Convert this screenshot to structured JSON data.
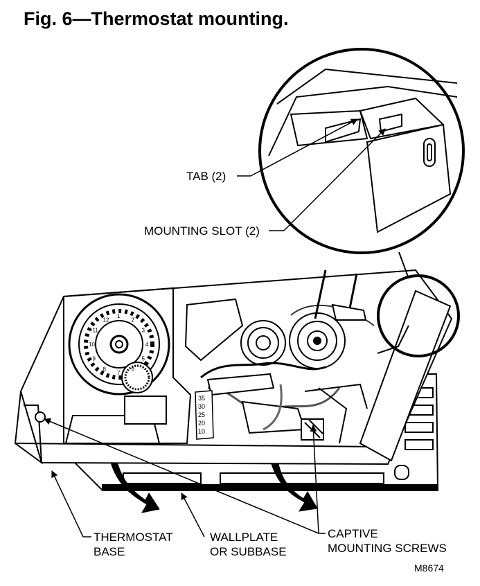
{
  "title": "Fig. 6—Thermostat mounting.",
  "labels": {
    "tab": "TAB (2)",
    "mounting_slot": "MOUNTING SLOT (2)",
    "thermostat_base_line1": "THERMOSTAT",
    "thermostat_base_line2": "BASE",
    "wallplate_line1": "WALLPLATE",
    "wallplate_line2": "OR SUBBASE",
    "captive_line1": "CAPTIVE",
    "captive_line2": "MOUNTING SCREWS",
    "figure_code": "M8674"
  },
  "scale_marks": [
    "35",
    "30",
    "25",
    "20",
    "10"
  ],
  "dial_digits": [
    "1",
    "2",
    "3",
    "4",
    "5",
    "6",
    "7",
    "8",
    "9",
    "10",
    "11",
    "12"
  ]
}
